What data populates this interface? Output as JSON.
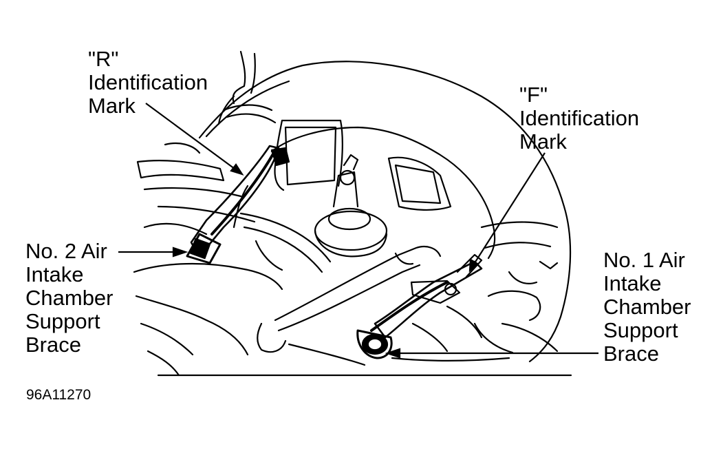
{
  "labels": {
    "r_mark": {
      "line1": "\"R\"",
      "line2": "Identification",
      "line3": "Mark"
    },
    "f_mark": {
      "line1": "\"F\"",
      "line2": "Identification",
      "line3": "Mark"
    },
    "no2_brace": {
      "line1": "No. 2 Air",
      "line2": "Intake",
      "line3": "Chamber",
      "line4": "Support",
      "line5": "Brace"
    },
    "no1_brace": {
      "line1": "No. 1 Air",
      "line2": "Intake",
      "line3": "Chamber",
      "line4": "Support",
      "line5": "Brace"
    }
  },
  "figure_id": "96A11270",
  "colors": {
    "ink": "#000000",
    "paper": "#ffffff"
  }
}
